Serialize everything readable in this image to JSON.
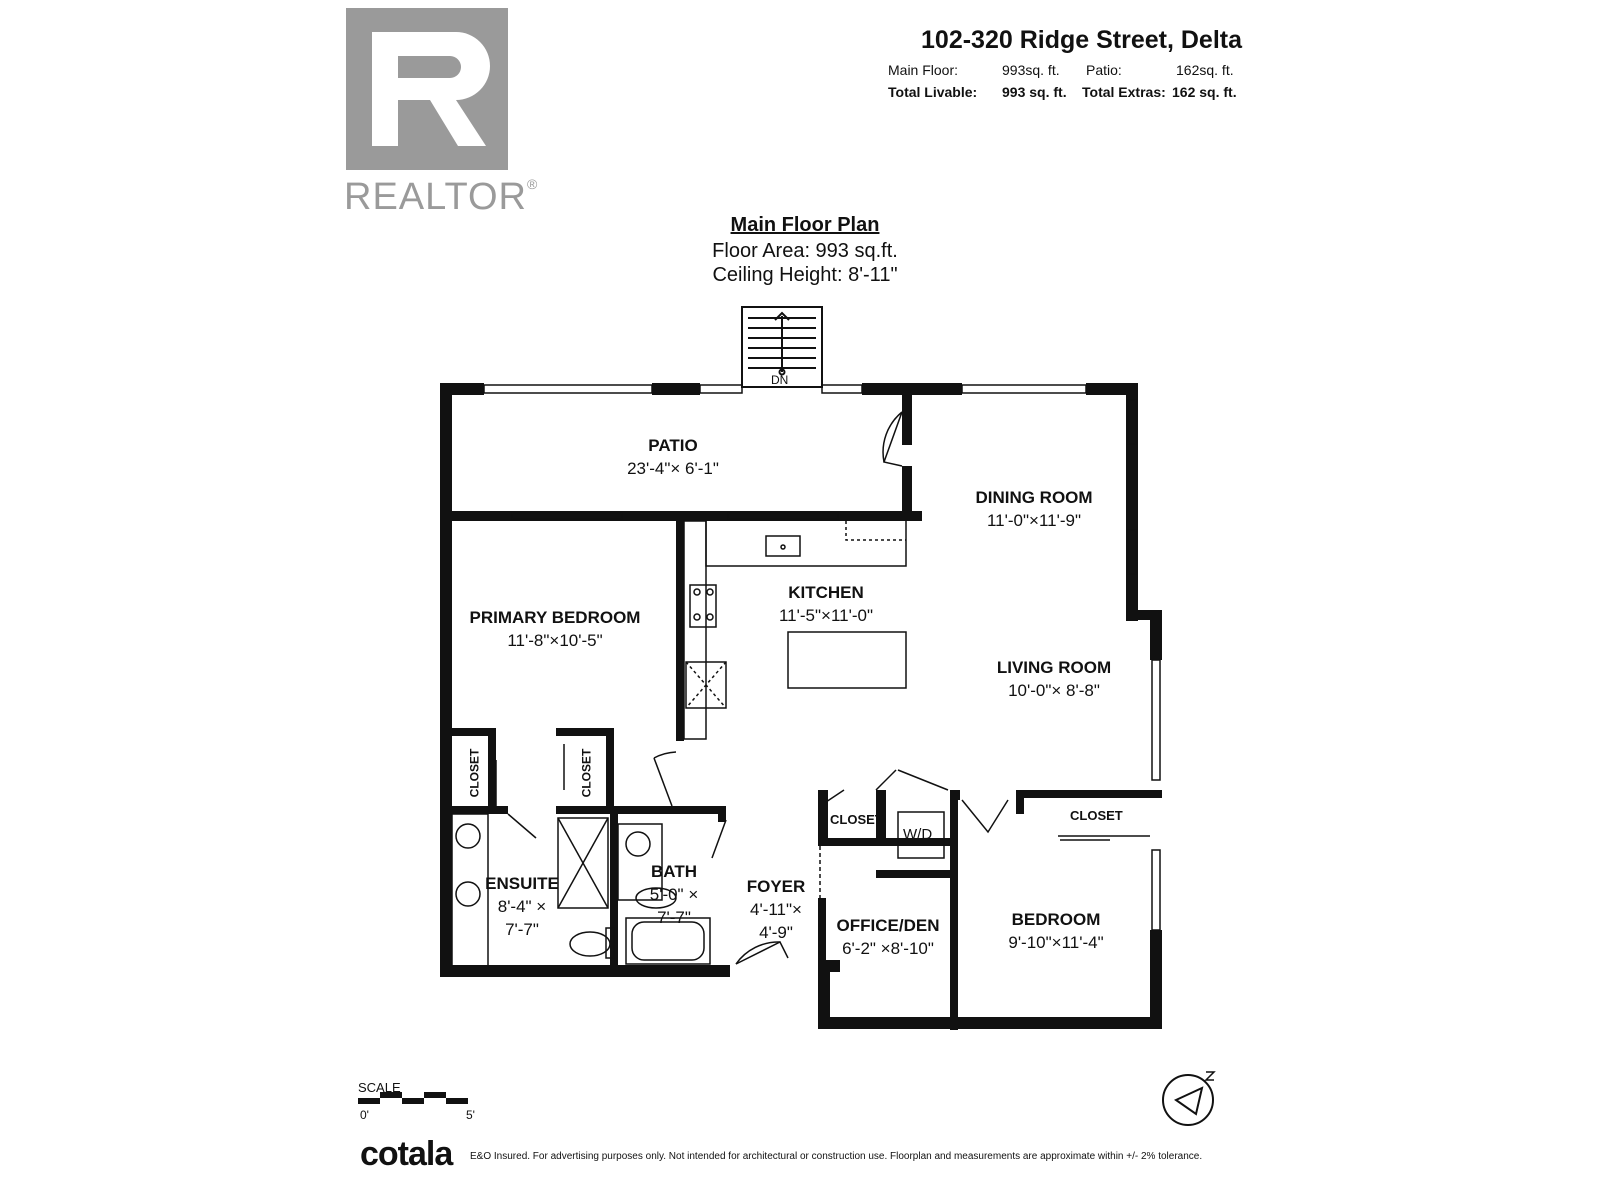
{
  "logo": {
    "wordmark": "REALTOR",
    "mark": "®"
  },
  "header": {
    "address": "102-320 Ridge Street, Delta",
    "main_floor_label": "Main Floor:",
    "main_floor_value": "993sq. ft.",
    "patio_label": "Patio:",
    "patio_value": "162sq. ft.",
    "total_livable_label": "Total Livable:",
    "total_livable_value": "993 sq. ft.",
    "total_extras_label": "Total Extras:",
    "total_extras_value": "162 sq. ft."
  },
  "plan": {
    "title": "Main Floor Plan",
    "floor_area": "Floor Area: 993 sq.ft.",
    "ceiling_height": "Ceiling Height: 8'-11\"",
    "stair_label": "DN"
  },
  "rooms": {
    "patio": {
      "name": "PATIO",
      "dims": "23'-4\"× 6'-1\""
    },
    "dining": {
      "name": "DINING ROOM",
      "dims": "11'-0\"×11'-9\""
    },
    "kitchen": {
      "name": "KITCHEN",
      "dims": "11'-5\"×11'-0\""
    },
    "primary": {
      "name": "PRIMARY BEDROOM",
      "dims": "11'-8\"×10'-5\""
    },
    "living": {
      "name": "LIVING ROOM",
      "dims": "10'-0\"× 8'-8\""
    },
    "ensuite": {
      "name": "ENSUITE",
      "dims1": "8'-4\" ×",
      "dims2": "7'-7\""
    },
    "bath": {
      "name": "BATH",
      "dims1": "5'-0\" ×",
      "dims2": "7'-7\""
    },
    "foyer": {
      "name": "FOYER",
      "dims1": "4'-11\"×",
      "dims2": "4'-9\""
    },
    "office": {
      "name": "OFFICE/DEN",
      "dims": "6'-2\" ×8'-10\""
    },
    "bedroom": {
      "name": "BEDROOM",
      "dims": "9'-10\"×11'-4\""
    },
    "closet_label": "CLOSET",
    "wd_label": "W/D"
  },
  "scale": {
    "label": "SCALE",
    "start": "0'",
    "end": "5'"
  },
  "footer": {
    "brand": "cotala",
    "disclaimer": "E&O Insured. For advertising purposes only. Not intended for architectural or construction use. Floorplan and measurements are approximate within +/- 2% tolerance."
  }
}
